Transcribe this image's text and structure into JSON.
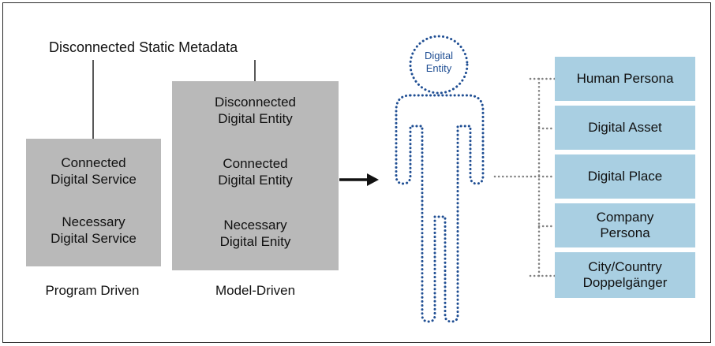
{
  "diagram": {
    "top_label": "Disconnected Static Metadata",
    "program_box": {
      "line1a": "Connected",
      "line1b": "Digital Service",
      "line2a": "Necessary",
      "line2b": "Digital Service",
      "caption": "Program Driven"
    },
    "model_box": {
      "line1a": "Disconnected",
      "line1b": "Digital Entity",
      "line2a": "Connected",
      "line2b": "Digital Entity",
      "line3a": "Necessary",
      "line3b": "Digital Enity",
      "caption": "Model-Driven"
    },
    "entity_bubble": {
      "line1": "Digital",
      "line2": "Entity"
    },
    "categories": [
      "Human Persona",
      "Digital Asset",
      "Digital Place",
      "Company Persona",
      "City/Country Doppelgänger"
    ],
    "colors": {
      "gray_box": "#b9b9b9",
      "category_box": "#a9cfe2",
      "dotted_outline": "#1f4e93"
    }
  }
}
